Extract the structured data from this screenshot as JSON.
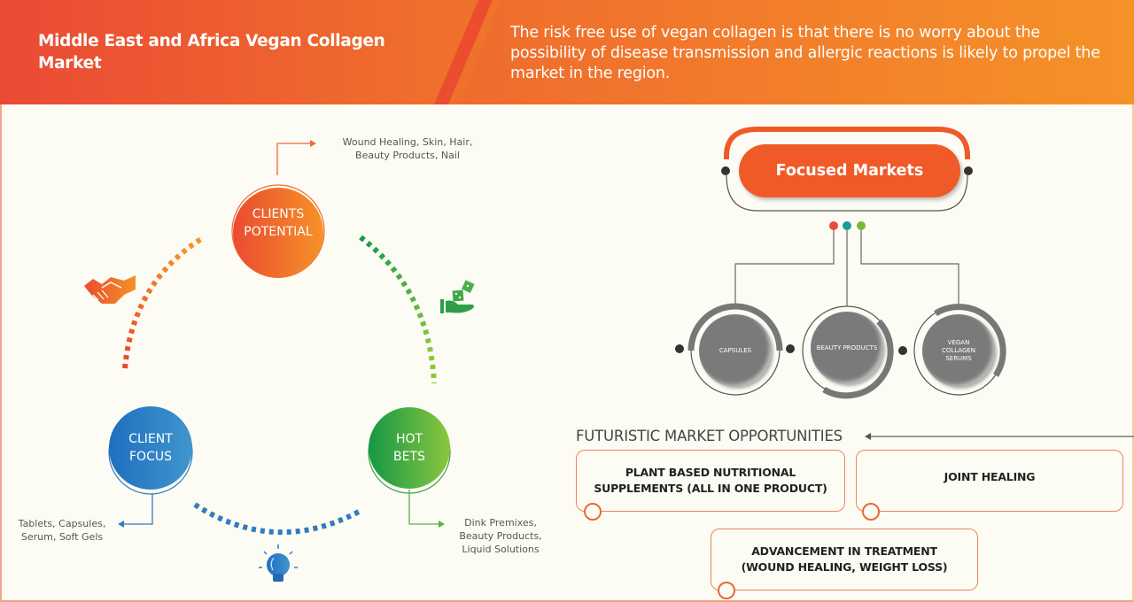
{
  "header": {
    "title": "Middle East and Africa Vegan Collagen Market",
    "headline": "The risk free use of vegan collagen is that there is no worry about the possibility of disease transmission and allergic reactions is likely to propel the market in the region.",
    "colors": {
      "gradient_start": "#ea4a35",
      "gradient_end": "#f59428"
    }
  },
  "cycle": {
    "nodes": [
      {
        "id": "clients-potential",
        "line1": "CLIENTS",
        "line2": "POTENTIAL",
        "color": "#f05a28",
        "detail": [
          "Wound Healing, Skin, Hair,",
          "Beauty Products, Nail"
        ]
      },
      {
        "id": "client-focus",
        "line1": "CLIENT",
        "line2": "FOCUS",
        "color": "#2f80c4",
        "detail": [
          "Tablets, Capsules,",
          "Serum, Soft Gels"
        ]
      },
      {
        "id": "hot-bets",
        "line1": "HOT",
        "line2": "BETS",
        "color": "#3aa043",
        "detail": [
          "Dink Premixes,",
          "Beauty Products,",
          "Liquid Solutions"
        ]
      }
    ],
    "icons": [
      "handshake-icon",
      "dice-hand-icon",
      "lightbulb-icon"
    ]
  },
  "focused_markets": {
    "title": "Focused Markets",
    "dot_colors": [
      "#e94b3c",
      "#1a9a9a",
      "#7ab83a"
    ],
    "items": [
      {
        "label": "CAPSULES"
      },
      {
        "label": "BEAUTY PRODUCTS"
      },
      {
        "label": "VEGAN COLLAGEN SERUMS"
      }
    ]
  },
  "opportunities": {
    "title": "FUTURISTIC MARKET OPPORTUNITIES",
    "items": [
      {
        "line1": "PLANT BASED NUTRITIONAL",
        "line2": "SUPPLEMENTS (ALL IN ONE PRODUCT)"
      },
      {
        "line1": "JOINT HEALING",
        "line2": ""
      },
      {
        "line1": "ADVANCEMENT IN TREATMENT",
        "line2": "(WOUND HEALING, WEIGHT LOSS)"
      }
    ]
  }
}
